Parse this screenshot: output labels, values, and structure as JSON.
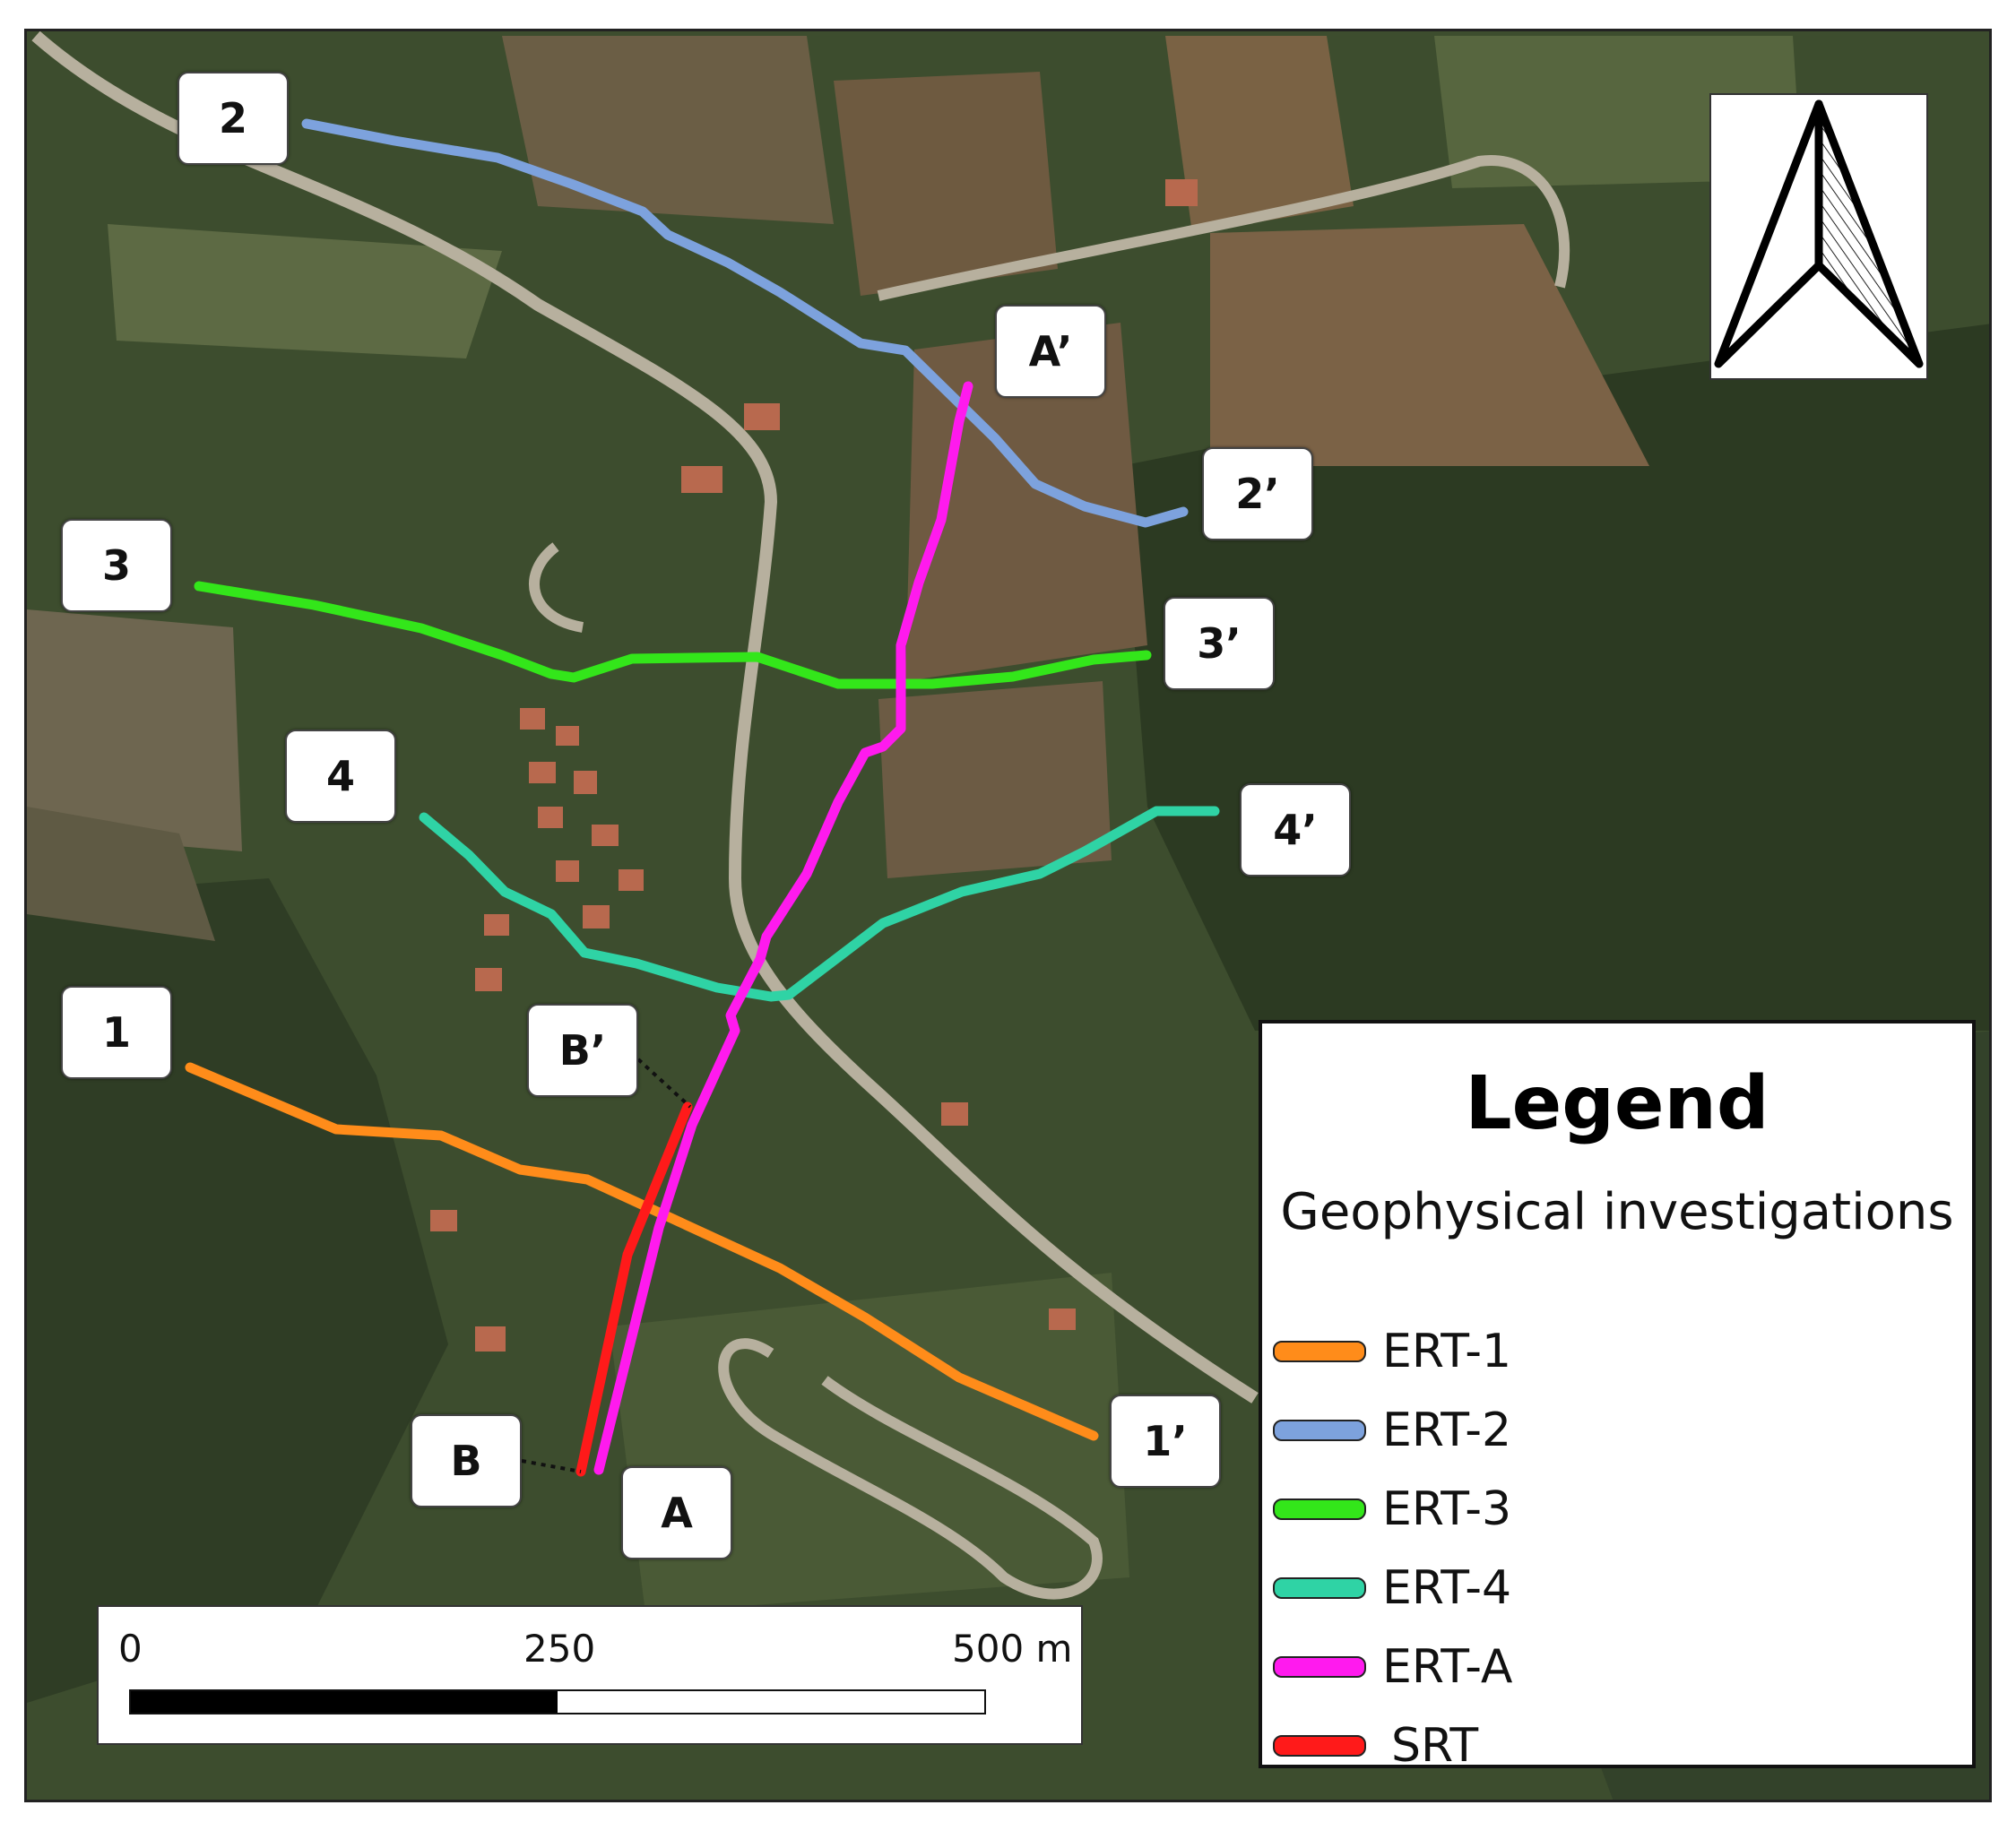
{
  "profiles": [
    {
      "id": "ert1",
      "color": "#ff8c1a",
      "start_label": "1",
      "end_label": "1’"
    },
    {
      "id": "ert2",
      "color": "#7da2dd",
      "start_label": "2",
      "end_label": "2’"
    },
    {
      "id": "ert3",
      "color": "#33e61a",
      "start_label": "3",
      "end_label": "3’"
    },
    {
      "id": "ert4",
      "color": "#2fd3a5",
      "start_label": "4",
      "end_label": "4’"
    },
    {
      "id": "erta",
      "color": "#ff1aee",
      "start_label": "A",
      "end_label": "A’"
    },
    {
      "id": "srt",
      "color": "#ff1a1a",
      "start_label": "B",
      "end_label": "B’"
    }
  ],
  "legend": {
    "title": "Legend",
    "subtitle": "Geophysical investigations",
    "items": [
      {
        "label": "ERT-1",
        "color": "#ff8c1a"
      },
      {
        "label": "ERT-2",
        "color": "#7da2dd"
      },
      {
        "label": "ERT-3",
        "color": "#33e61a"
      },
      {
        "label": "ERT-4",
        "color": "#2fd3a5"
      },
      {
        "label": "ERT-A",
        "color": "#ff1aee"
      },
      {
        "label": "SRT",
        "color": "#ff1a1a"
      }
    ]
  },
  "scalebar": {
    "tick_0": "0",
    "tick_mid": "250",
    "tick_end": "500 m"
  },
  "icons": {
    "north": "north-arrow-icon"
  }
}
